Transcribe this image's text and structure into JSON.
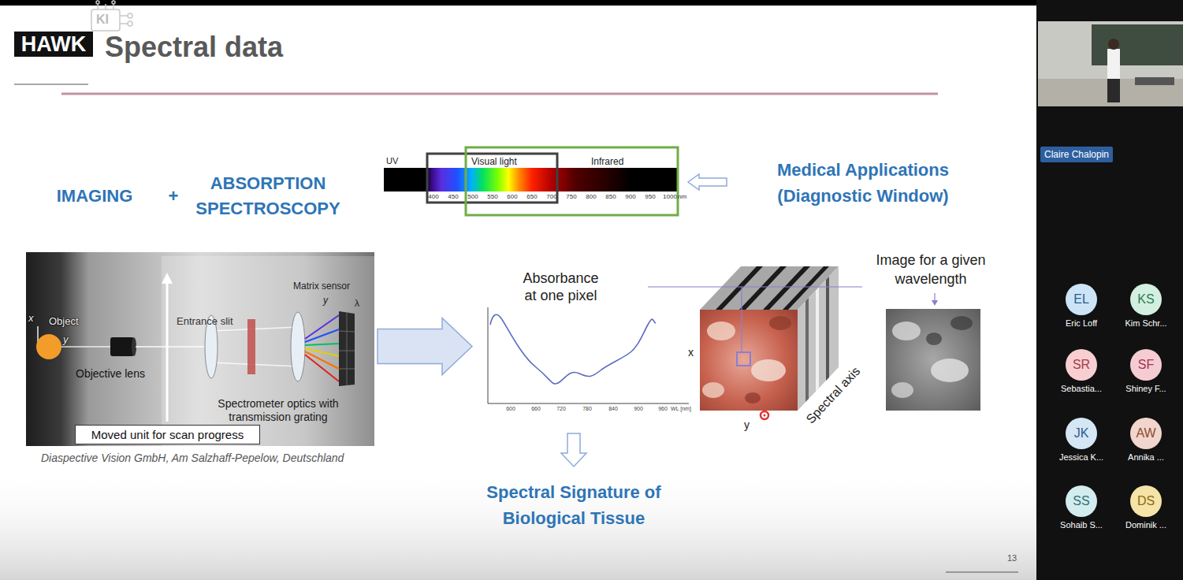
{
  "diagram": {
    "title": "Spectral data",
    "nodes": [
      {
        "text": [
          "HAWK"
        ]
      },
      {
        "text": [
          "x",
          "y",
          "Object",
          "Entrance slit",
          "Matrix sensor",
          "λ",
          "y",
          "Objective lens",
          "Spectrometer optics with transmission grating"
        ]
      },
      {
        "text": [
          "Moved unit for scan progress"
        ],
        "in": 1
      },
      {
        "text": [
          "Absorbance at one pixel",
          "600",
          "660",
          "720",
          "780",
          "840",
          "900",
          "960",
          "WL [nm]"
        ]
      },
      {
        "text": [
          "Claire Chalopin"
        ]
      },
      {
        "text": [
          "EL",
          "Eric Loff"
        ]
      },
      {
        "text": [
          "KS",
          "Kim Schr..."
        ]
      },
      {
        "text": [
          "SR",
          "Sebastia..."
        ]
      },
      {
        "text": [
          "SF",
          "Shiney F..."
        ]
      },
      {
        "text": [
          "JK",
          "Jessica K..."
        ]
      },
      {
        "text": [
          "AW",
          "Annika ..."
        ]
      },
      {
        "text": [
          "SS",
          "Sohaib S..."
        ]
      },
      {
        "text": [
          "DS",
          "Dominik ..."
        ]
      }
    ],
    "edges": [
      {
        "from": 1,
        "to": 3,
        "arrow": "to"
      }
    ],
    "labels": [
      "UV",
      "Visual light",
      "Infrared",
      "400",
      "450",
      "500",
      "550",
      "600",
      "650",
      "700",
      "750",
      "800",
      "850",
      "900",
      "950",
      "1000",
      "nm",
      "IMAGING",
      "+",
      "ABSORPTION SPECTROSCOPY",
      "Medical Applications (Diagnostic Window)",
      "Diaspective Vision GmbH, Am Salzhaff-Pepelow, Deutschland",
      "Spectral Signature of Biological Tissue",
      "Image for a given wavelength",
      "x",
      "y",
      "Spectral axis",
      "13",
      "KI"
    ]
  }
}
